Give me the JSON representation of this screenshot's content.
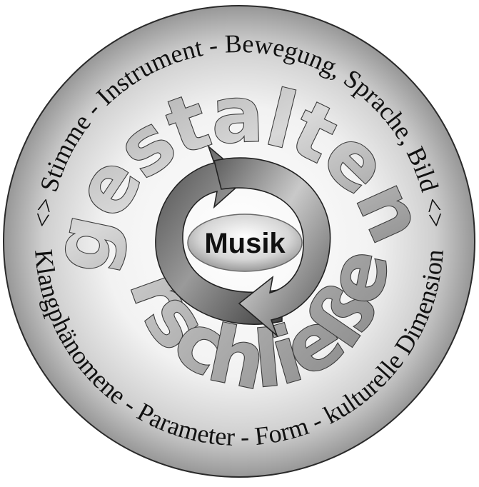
{
  "diagram": {
    "outer_text_top": "<> Stimme - Instrument - Bewegung, Sprache, Bild <>",
    "outer_text_bottom": "Klangphänomene - Parameter - Form - kulturelle Dimension",
    "word_top": "gestalten",
    "word_bottom": "erschließen",
    "center_label": "Musik"
  }
}
